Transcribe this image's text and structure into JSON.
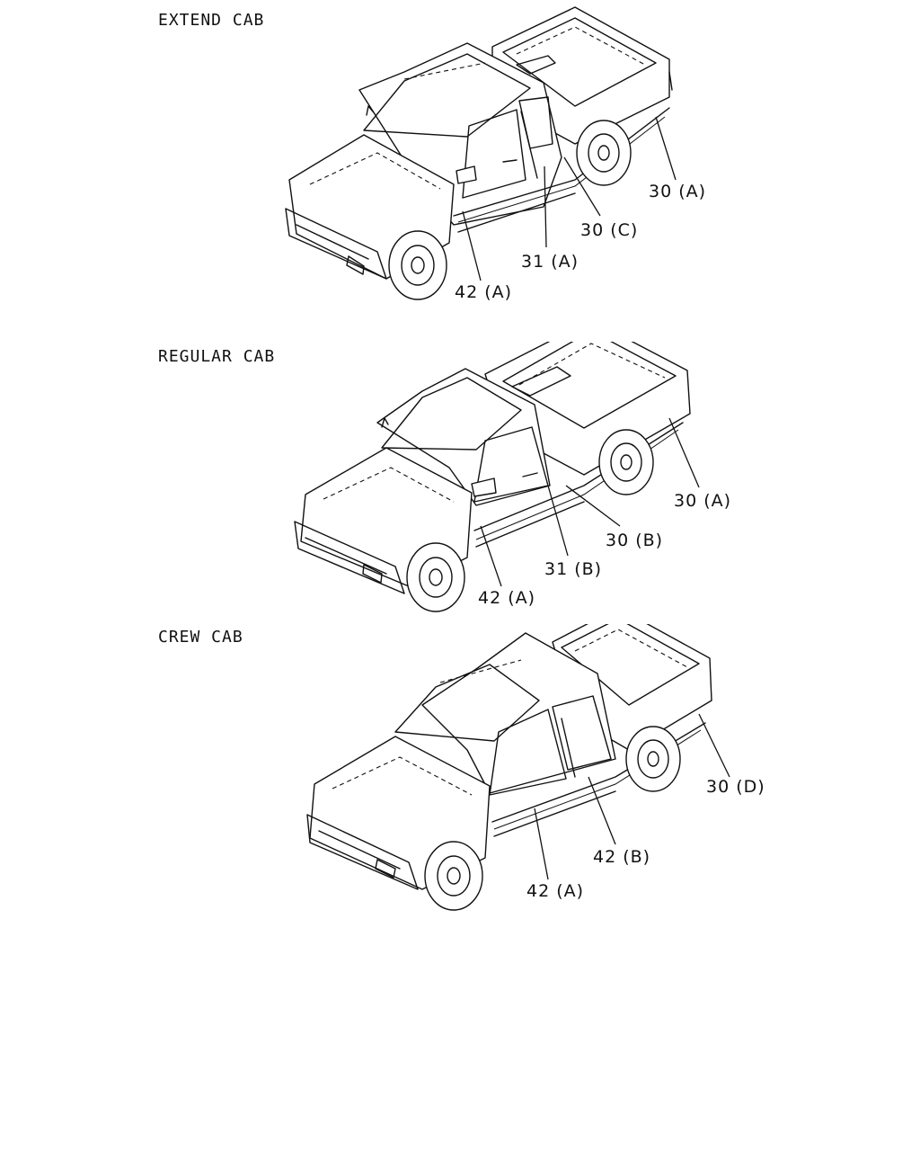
{
  "sections": [
    {
      "title": "EXTEND CAB",
      "callouts": [
        "30 (A)",
        "30 (C)",
        "31 (A)",
        "42 (A)"
      ]
    },
    {
      "title": "REGULAR CAB",
      "callouts": [
        "30 (A)",
        "30 (B)",
        "31 (B)",
        "42 (A)"
      ]
    },
    {
      "title": "CREW CAB",
      "callouts": [
        "30 (D)",
        "42 (B)",
        "42 (A)"
      ]
    }
  ],
  "colors": {
    "line": "#111111",
    "background": "#ffffff"
  }
}
